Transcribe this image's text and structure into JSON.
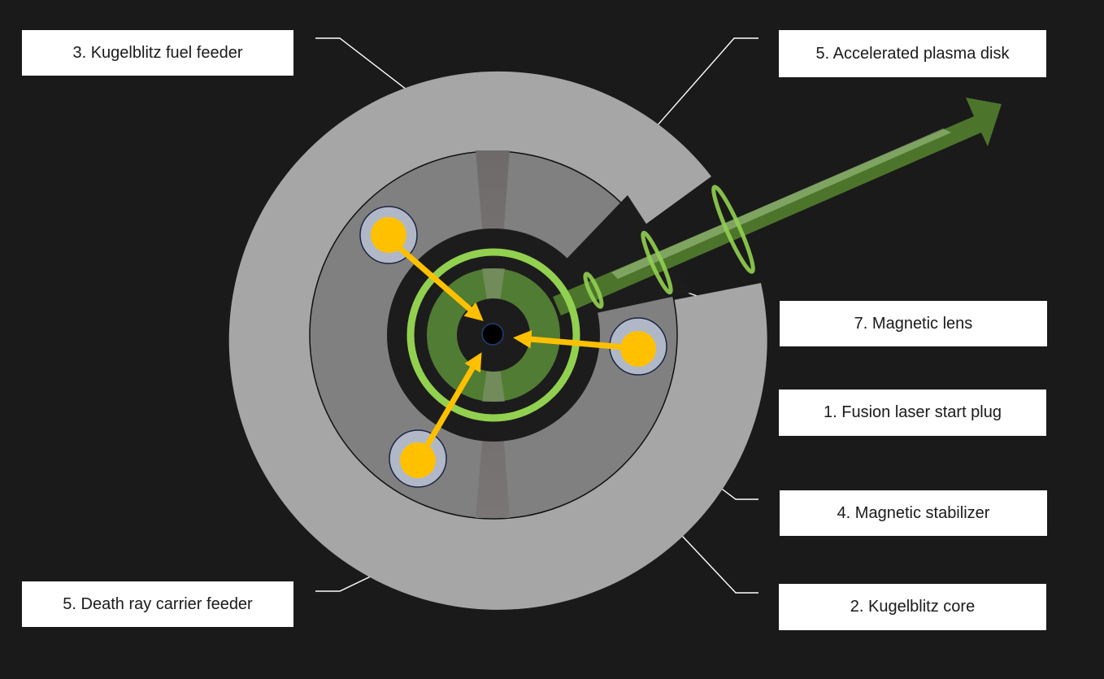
{
  "labels": {
    "fuel_feeder": "3. Kugelblitz fuel feeder",
    "plasma_disk": "5. Accelerated plasma disk",
    "magnetic_lens": "7. Magnetic lens",
    "fusion_plug": "1. Fusion laser start plug",
    "magnetic_stabilizer": "4. Magnetic stabilizer",
    "kugelblitz_core": "2. Kugelblitz core",
    "carrier_feeder": "5. Death ray carrier feeder"
  },
  "colors": {
    "background": "#1a1a1a",
    "outer_ring": "#a6a6a6",
    "middle_ring": "#808080",
    "feeder": "#6e6a6a",
    "chamber": "#1c1c1c",
    "green_ring": "#92d050",
    "plasma": "#548235",
    "beam": "#4f7a2c",
    "plug": "#ffc000",
    "plug_socket": "#b0b8c8"
  }
}
